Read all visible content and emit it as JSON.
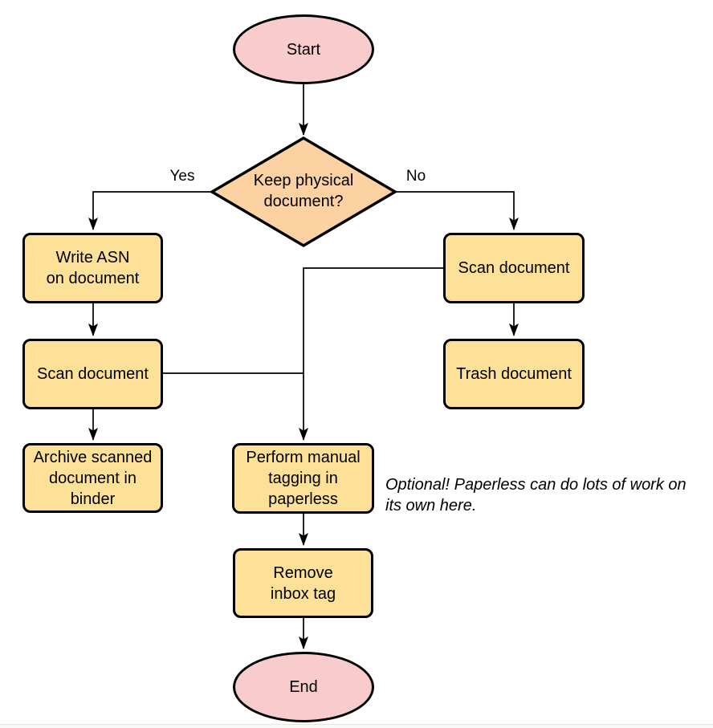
{
  "diagram": {
    "type": "flowchart",
    "background": "#ffffff",
    "stroke_color": "#000000",
    "nodes": {
      "start": {
        "type": "terminator",
        "label": "Start",
        "fill": "#F8CCCC"
      },
      "decision": {
        "type": "decision",
        "label": "Keep physical\ndocument?",
        "fill": "#FCD2A2"
      },
      "write_asn": {
        "type": "process",
        "label": "Write ASN\non document",
        "fill": "#FDE198"
      },
      "scan_left": {
        "type": "process",
        "label": "Scan document",
        "fill": "#FDE198"
      },
      "archive": {
        "type": "process",
        "label": "Archive scanned\ndocument in\nbinder",
        "fill": "#FDE198"
      },
      "scan_right": {
        "type": "process",
        "label": "Scan document",
        "fill": "#FDE198"
      },
      "trash": {
        "type": "process",
        "label": "Trash document",
        "fill": "#FDE198"
      },
      "tagging": {
        "type": "process",
        "label": "Perform manual\ntagging in\npaperless",
        "fill": "#FDE198"
      },
      "remove_tag": {
        "type": "process",
        "label": "Remove\ninbox tag",
        "fill": "#FDE198"
      },
      "end": {
        "type": "terminator",
        "label": "End",
        "fill": "#F8CCCC"
      }
    },
    "edge_labels": {
      "yes": "Yes",
      "no": "No"
    },
    "edges": [
      {
        "from": "start",
        "to": "decision",
        "label": ""
      },
      {
        "from": "decision",
        "to": "write_asn",
        "label": "Yes"
      },
      {
        "from": "decision",
        "to": "scan_right",
        "label": "No"
      },
      {
        "from": "write_asn",
        "to": "scan_left",
        "label": ""
      },
      {
        "from": "scan_left",
        "to": "archive",
        "label": ""
      },
      {
        "from": "scan_right",
        "to": "trash",
        "label": ""
      },
      {
        "from": "scan_right",
        "to": "tagging",
        "label": ""
      },
      {
        "from": "scan_left",
        "to": "tagging",
        "label": ""
      },
      {
        "from": "tagging",
        "to": "remove_tag",
        "label": ""
      },
      {
        "from": "remove_tag",
        "to": "end",
        "label": ""
      }
    ],
    "annotation": {
      "text": "Optional! Paperless can do lots of work on\nits own here."
    }
  }
}
